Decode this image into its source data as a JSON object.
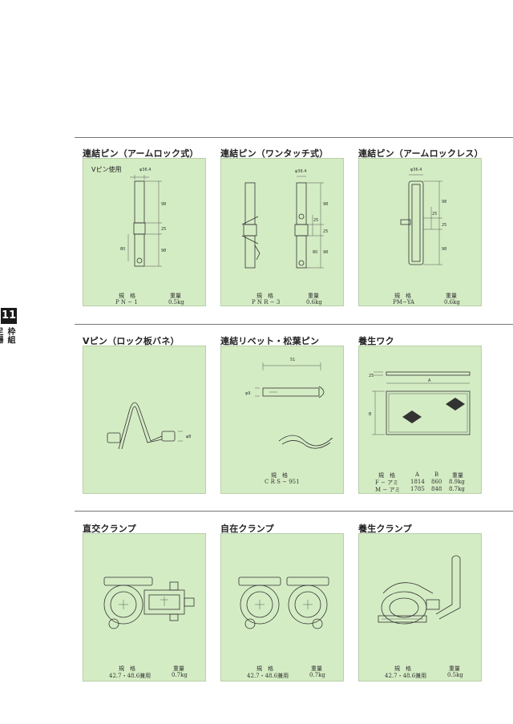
{
  "sidebar": {
    "number": "11",
    "text": "枠組足場部材表　インチ・メーター共通部材"
  },
  "rows": [
    {
      "items": [
        {
          "title": "連結ピン（アームロック式）",
          "tag": "Vピン使用",
          "spec_header": {
            "label": "規　格",
            "weight": "重量"
          },
          "spec_rows": [
            {
              "label": "P N − 1",
              "weight": "0.5kg"
            }
          ],
          "dims": [
            "φ36.4",
            "98",
            "25",
            "80",
            "98"
          ]
        },
        {
          "title": "連結ピン（ワンタッチ式）",
          "spec_header": {
            "label": "規　格",
            "weight": "重量"
          },
          "spec_rows": [
            {
              "label": "P N R − 3",
              "weight": "0.6kg"
            }
          ],
          "dims": [
            "φ36.4",
            "98",
            "25",
            "25",
            "80",
            "98"
          ]
        },
        {
          "title": "連結ピン（アームロックレス）",
          "spec_header": {
            "label": "規　格",
            "weight": "重量"
          },
          "spec_rows": [
            {
              "label": "PM−YA",
              "weight": "0.6kg"
            }
          ],
          "dims": [
            "φ36.4",
            "98",
            "25",
            "25",
            "98"
          ]
        }
      ]
    },
    {
      "items": [
        {
          "title": "Vピン（ロック板バネ）",
          "dims": [
            "φ8"
          ]
        },
        {
          "title": "連結リベット・松葉ピン",
          "spec_header": {
            "label": "規　格"
          },
          "spec_rows": [
            {
              "label": "C R S − 951"
            }
          ],
          "dims": [
            "51",
            "φ9"
          ]
        },
        {
          "title": "養生ワク",
          "spec_header": {
            "label": "規　格",
            "a": "A",
            "b": "B",
            "weight": "重量"
          },
          "spec_rows": [
            {
              "label": "F − アミ",
              "a": "1814",
              "b": "860",
              "weight": "8.9kg"
            },
            {
              "label": "M − アミ",
              "a": "1785",
              "b": "848",
              "weight": "8.7kg"
            }
          ],
          "dims": [
            "25",
            "A",
            "B"
          ]
        }
      ]
    },
    {
      "items": [
        {
          "title": "直交クランプ",
          "spec_header": {
            "label": "規　格",
            "weight": "重量"
          },
          "spec_rows": [
            {
              "label": "42.7・48.6兼用",
              "weight": "0.7kg"
            }
          ]
        },
        {
          "title": "自在クランプ",
          "spec_header": {
            "label": "規　格",
            "weight": "重量"
          },
          "spec_rows": [
            {
              "label": "42.7・48.6兼用",
              "weight": "0.7kg"
            }
          ]
        },
        {
          "title": "養生クランプ",
          "spec_header": {
            "label": "規　格",
            "weight": "重量"
          },
          "spec_rows": [
            {
              "label": "42.7・48.6兼用",
              "weight": "0.5kg"
            }
          ]
        }
      ]
    }
  ]
}
